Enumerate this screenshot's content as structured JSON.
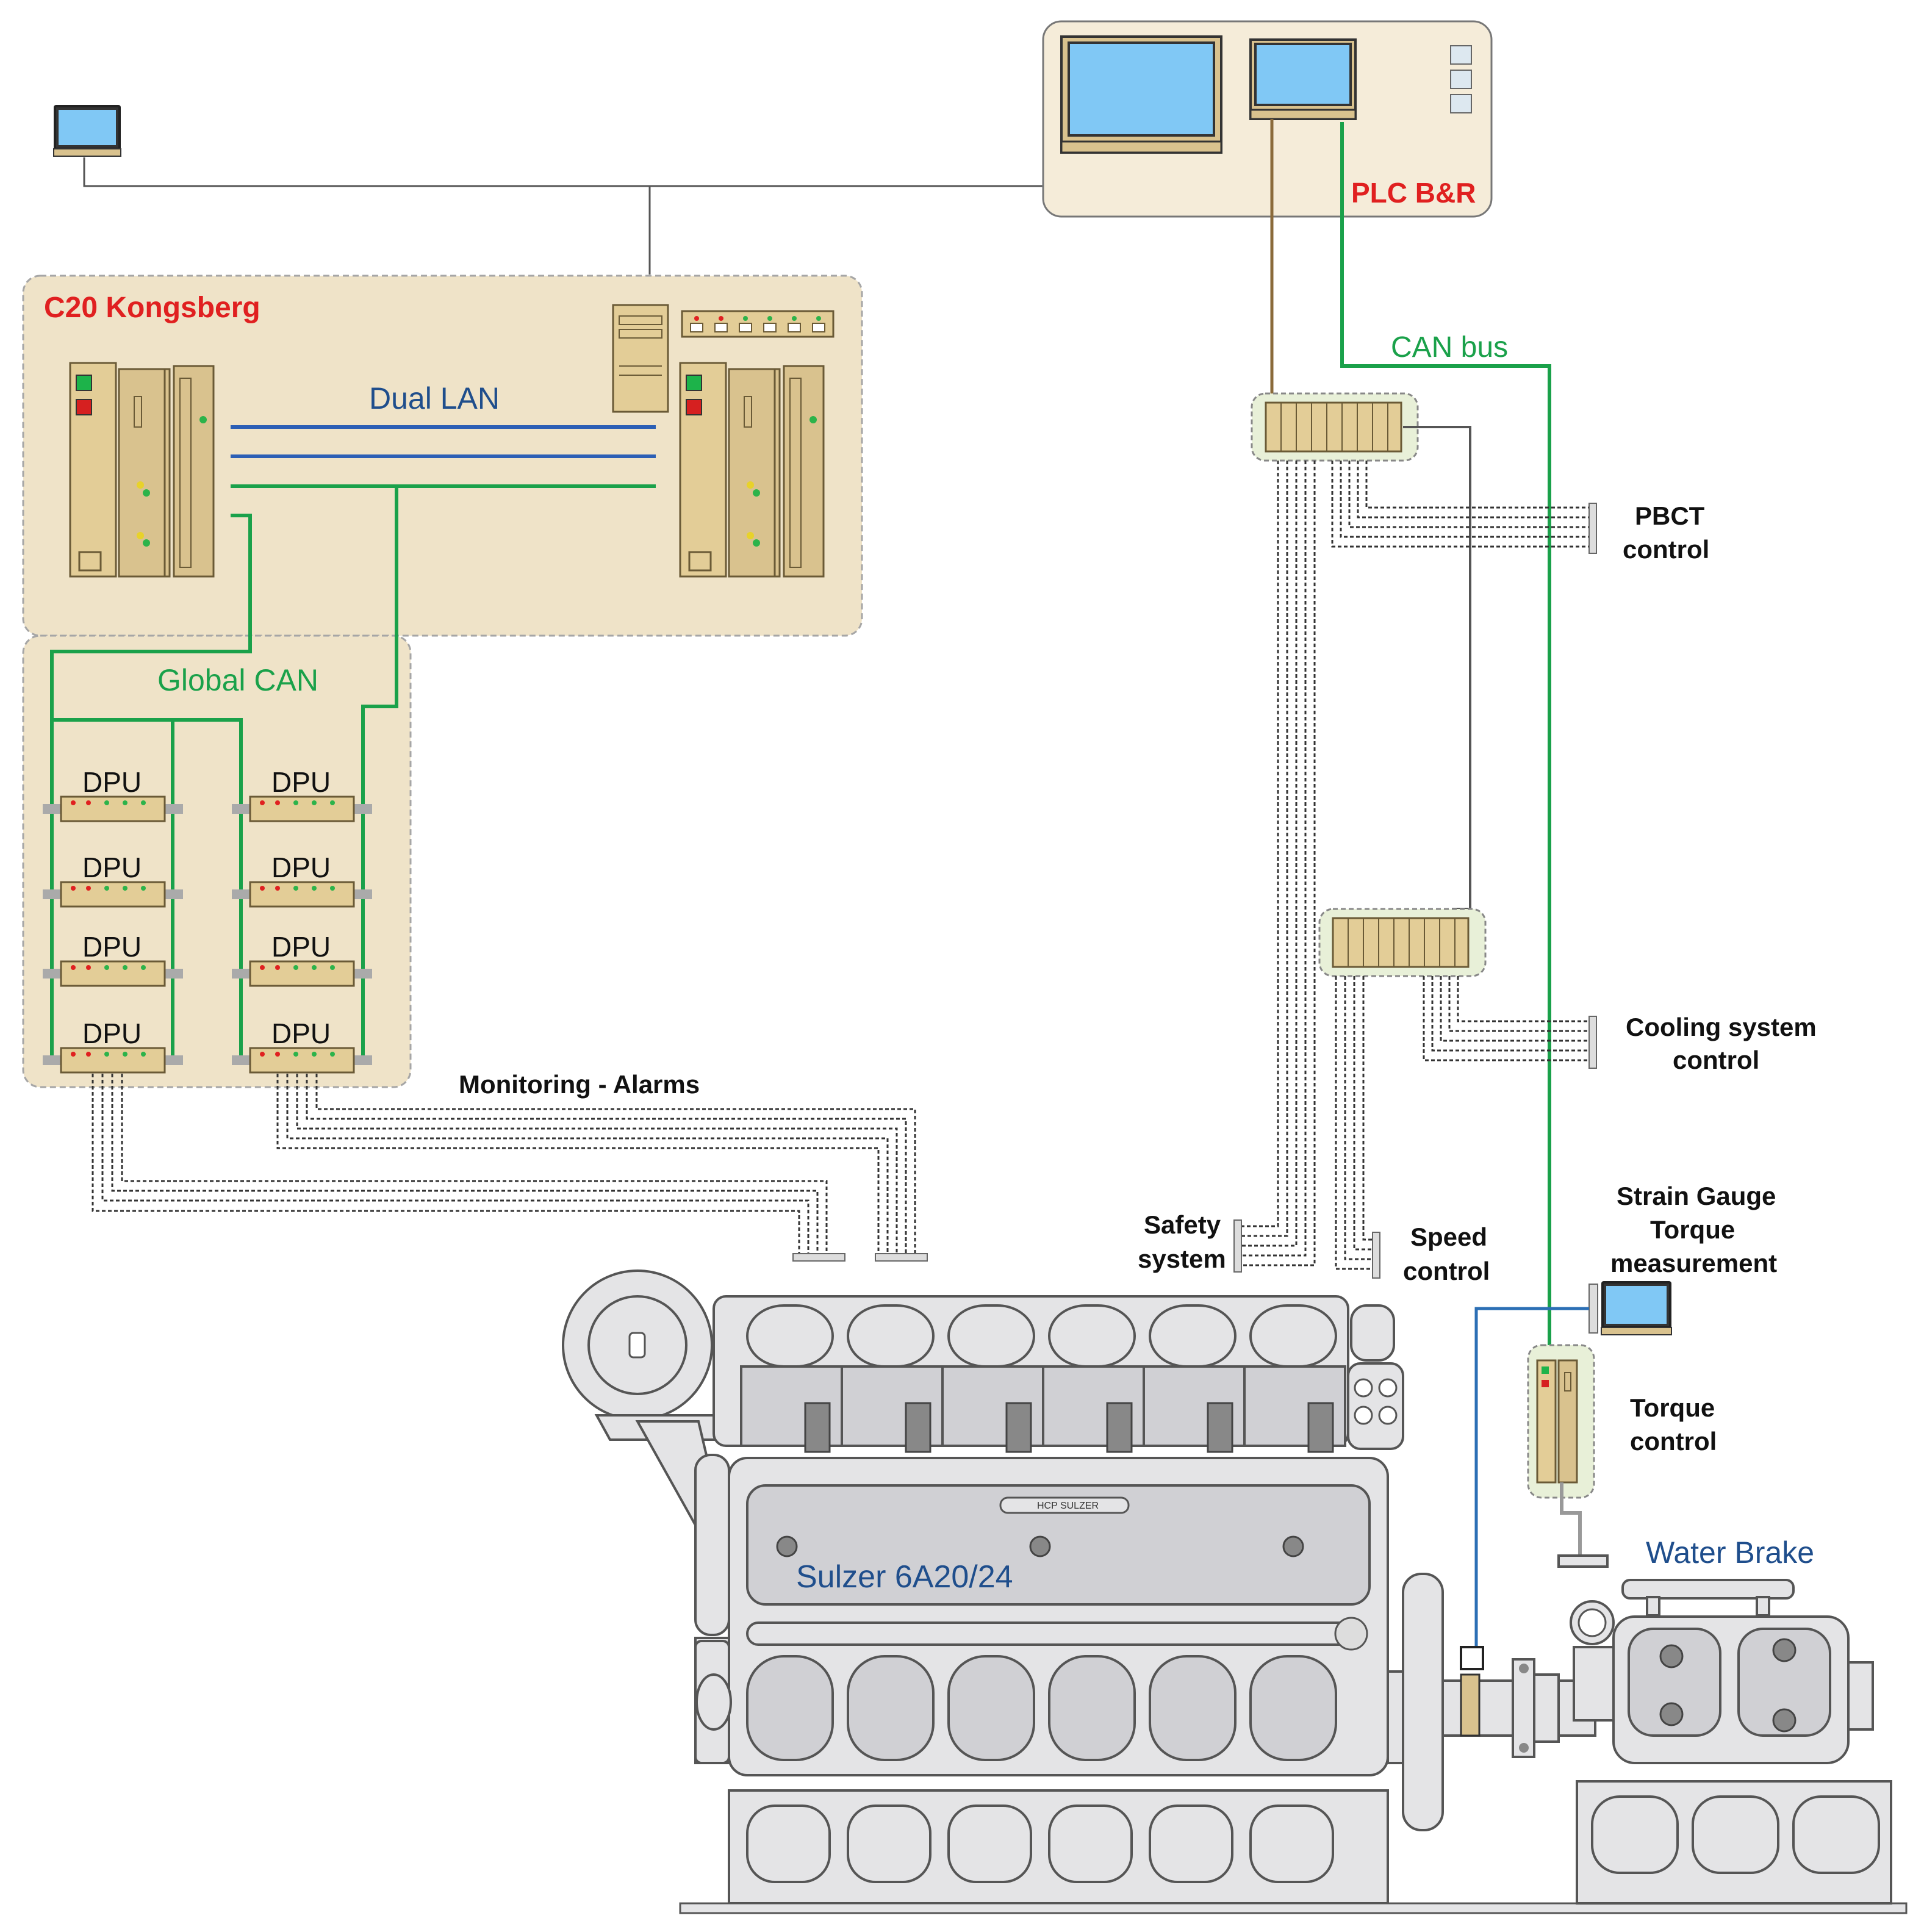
{
  "labels": {
    "c20": "C20 Kongsberg",
    "dual_lan": "Dual LAN",
    "global_can": "Global CAN",
    "dpu": "DPU",
    "plc": "PLC B&R",
    "can_bus": "CAN bus",
    "pbct_1": "PBCT",
    "pbct_2": "control",
    "cooling_1": "Cooling system",
    "cooling_2": "control",
    "monitoring": "Monitoring - Alarms",
    "safety_1": "Safety",
    "safety_2": "system",
    "speed_1": "Speed",
    "speed_2": "control",
    "strain_1": "Strain Gauge",
    "strain_2": "Torque",
    "strain_3": "measurement",
    "torque_1": "Torque",
    "torque_2": "control",
    "water_brake": "Water Brake",
    "engine": "Sulzer 6A20/24",
    "engine_badge": "HCP SULZER"
  },
  "colors": {
    "title_red": "#e02020",
    "lan_blue": "#2c5fb5",
    "can_green": "#1aa14a",
    "panel_fill": "#efe3c8",
    "screen_blue": "#80c8f5"
  }
}
